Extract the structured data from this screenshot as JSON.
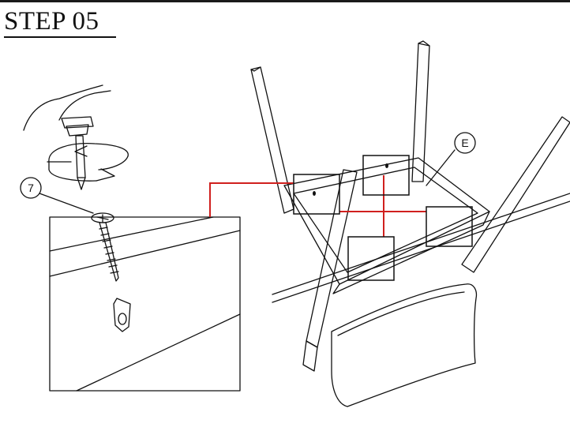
{
  "title": "STEP 05",
  "callouts": {
    "screw": "7",
    "part": "E"
  },
  "colors": {
    "leader_line": "#d0201e",
    "ink": "#111111"
  }
}
